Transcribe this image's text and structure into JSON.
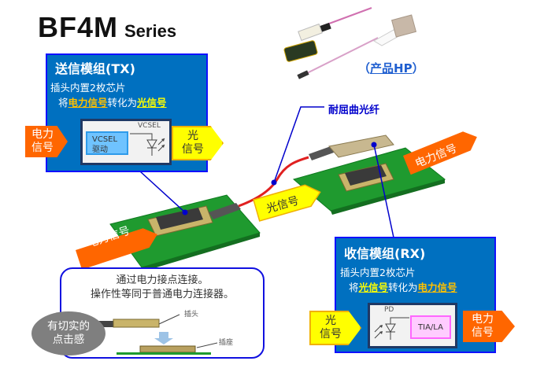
{
  "title": {
    "main": "BF4M",
    "suffix": "Series"
  },
  "product_link": {
    "open": "（",
    "label": "产品HP",
    "close": "）"
  },
  "fiber_label": "耐屈曲光纤",
  "tx_module": {
    "title": "送信模组(TX)",
    "line1": "插头内置2枚芯片",
    "line2_prefix": "将",
    "line2_from": "电力信号",
    "line2_mid": "转化为",
    "line2_to": "光信号",
    "input_tag": [
      "电力",
      "信号"
    ],
    "output_tag": [
      "光",
      "信号"
    ],
    "driver_chip": [
      "VCSEL",
      "驱动"
    ],
    "emitter_label": "VCSEL"
  },
  "rx_module": {
    "title": "收信模组(RX)",
    "line1": "插头内置2枚芯片",
    "line2_prefix": "将",
    "line2_from": "光信号",
    "line2_mid": "转化为",
    "line2_to": "电力信号",
    "input_tag": [
      "光",
      "信号"
    ],
    "output_tag": [
      "电力",
      "信号"
    ],
    "detector_label": "PD",
    "amp_chip": "TIA/LA"
  },
  "diagram": {
    "left_board_tag": "电力信号",
    "right_board_tag": "电力信号",
    "optical_tag": "光信号"
  },
  "callout": {
    "line1": "通过电力接点连接。",
    "line2": "操作性等同于普通电力连接器。",
    "plug_label": "插头",
    "socket_label": "插座",
    "badge": [
      "有切实的",
      "点击感"
    ]
  },
  "colors": {
    "module_blue": "#0070c0",
    "border_blue": "#1010ff",
    "signal_orange": "#ff6600",
    "signal_yellow": "#ffff00",
    "pcb_green": "#1f9a2f",
    "fiber_red": "#e02020"
  }
}
